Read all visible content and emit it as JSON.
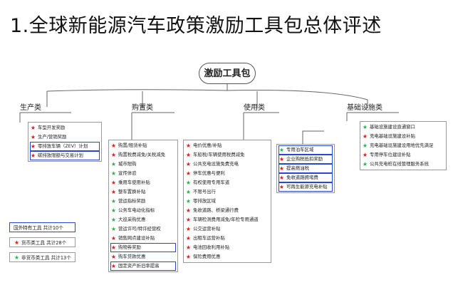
{
  "title": "1.全球新能源汽车政策激励工具包总体评述",
  "root": "激励工具包",
  "colors": {
    "red_star": "#e01b1b",
    "green_star": "#2bb34a",
    "highlight_border": "#2a46d8"
  },
  "categories": [
    {
      "label": "生产类",
      "items": [
        {
          "text": "车型开发奖励",
          "star": "red",
          "hl": false
        },
        {
          "text": "生产/营销奖励",
          "star": "red",
          "hl": false
        },
        {
          "text": "零排放车辆（ZEV）计划",
          "star": "red",
          "hl": true
        },
        {
          "text": "碳排放限额与交易计划",
          "star": "red",
          "hl": true
        }
      ]
    },
    {
      "label": "购置类",
      "items": [
        {
          "text": "购置/租赁补贴",
          "star": "red",
          "hl": false
        },
        {
          "text": "购置税费减免/关税减免",
          "star": "red",
          "hl": false
        },
        {
          "text": "城市限购",
          "star": "green",
          "hl": false
        },
        {
          "text": "宣传体验",
          "star": "green",
          "hl": false
        },
        {
          "text": "乘用车使用补贴",
          "star": "red",
          "hl": false
        },
        {
          "text": "整车置换补贴",
          "star": "red",
          "hl": false
        },
        {
          "text": "营运指标奖励",
          "star": "green",
          "hl": false
        },
        {
          "text": "公务车电动化指标",
          "star": "green",
          "hl": false
        },
        {
          "text": "大巡采购优惠",
          "star": "green",
          "hl": false
        },
        {
          "text": "营运许可/特许经营权",
          "star": "green",
          "hl": false
        },
        {
          "text": "销售网点建设补贴",
          "star": "red",
          "hl": false
        },
        {
          "text": "购物券奖励",
          "star": "red",
          "hl": true
        },
        {
          "text": "购车贷款优惠",
          "star": "red",
          "hl": false
        },
        {
          "text": "固定资产折旧率提高",
          "star": "red",
          "hl": true
        }
      ]
    },
    {
      "label": "使用类",
      "items": [
        {
          "text": "电价优惠/补贴",
          "star": "red",
          "hl": false
        },
        {
          "text": "车船税/车辆使用税费减免",
          "star": "red",
          "hl": false
        },
        {
          "text": "公共充电设施免费充电",
          "star": "red",
          "hl": false
        },
        {
          "text": "停车优惠与便利",
          "star": "red",
          "hl": false
        },
        {
          "text": "有权使用专用车道",
          "star": "green",
          "hl": false
        },
        {
          "text": "不限号出行",
          "star": "green",
          "hl": false
        },
        {
          "text": "零排放区域",
          "star": "green",
          "hl": false
        },
        {
          "text": "免收道路、桥梁通行费",
          "star": "red",
          "hl": false
        },
        {
          "text": "车辆检测费用减免/年检专用通道",
          "star": "red",
          "hl": false
        },
        {
          "text": "公交运营补贴",
          "star": "red",
          "hl": false
        },
        {
          "text": "出租车运营补贴",
          "star": "red",
          "hl": false
        },
        {
          "text": "电池回收利用补贴",
          "star": "red",
          "hl": false
        },
        {
          "text": "保险费用优惠",
          "star": "red",
          "hl": false
        }
      ],
      "side_items": [
        {
          "text": "专用泊车区域",
          "star": "green",
          "hl": true
        },
        {
          "text": "企业购税抵扣奖励",
          "star": "red",
          "hl": true
        },
        {
          "text": "提高燃油税",
          "star": "red",
          "hl": true
        },
        {
          "text": "免收道路拥堵费",
          "star": "red",
          "hl": true
        },
        {
          "text": "可再生能源充电补贴",
          "star": "red",
          "hl": true
        }
      ]
    },
    {
      "label": "基础设施类",
      "items": [
        {
          "text": "基础设施建设直通窗口",
          "star": "green",
          "hl": false
        },
        {
          "text": "充电基础设施建设补贴",
          "star": "red",
          "hl": false
        },
        {
          "text": "充电基础设施建设用地优先满足",
          "star": "green",
          "hl": false
        },
        {
          "text": "专用停车位建设补贴",
          "star": "red",
          "hl": false
        },
        {
          "text": "公共充电桩在线管理服务系统",
          "star": "green",
          "hl": false
        }
      ]
    }
  ],
  "legend": [
    {
      "text": "国外特有工具  共计10个",
      "star": "none",
      "boxed": true
    },
    {
      "text": "货币类工具  共计28个",
      "star": "red",
      "boxed": false
    },
    {
      "text": "非货币类工具  共计13个",
      "star": "green",
      "boxed": false
    }
  ]
}
